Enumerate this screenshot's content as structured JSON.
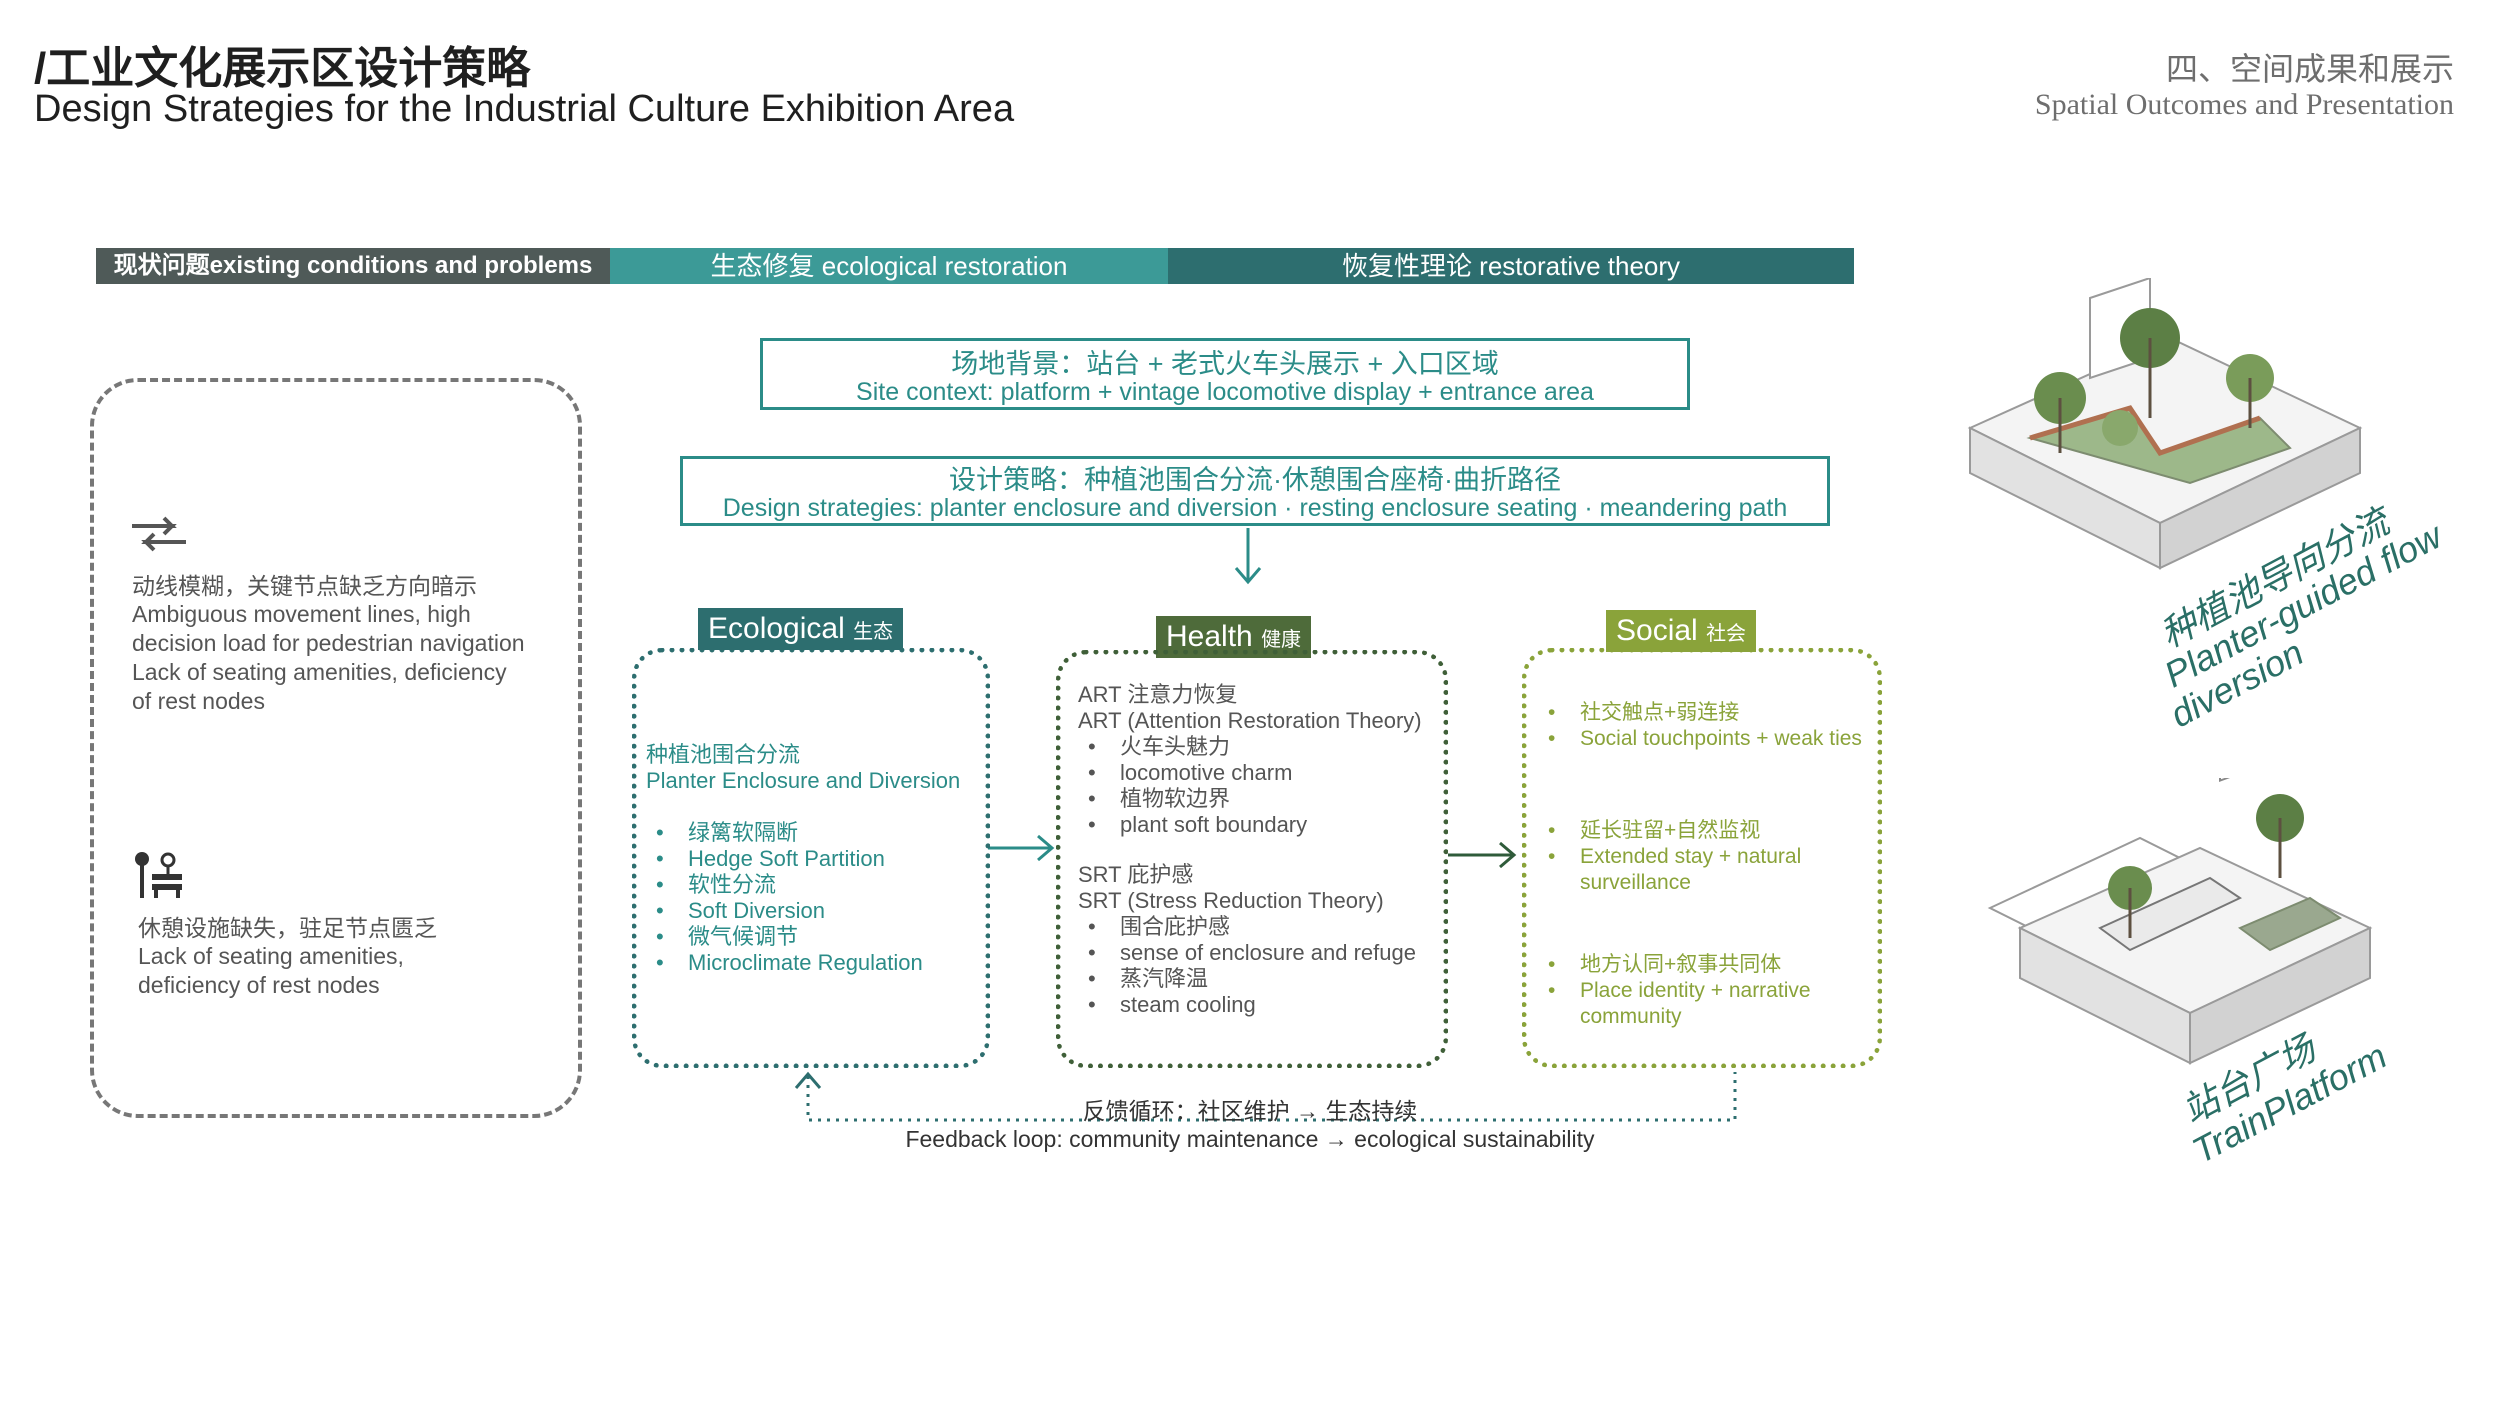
{
  "header": {
    "title_cn": "/工业文化展示区设计策略",
    "title_en": "Design Strategies for the Industrial Culture Exhibition Area",
    "section_cn": "四、空间成果和展示",
    "section_en": "Spatial Outcomes and Presentation"
  },
  "bands": {
    "problems": "现状问题existing conditions and problems",
    "ecology": "生态修复 ecological restoration",
    "theory": "恢复性理论 restorative theory"
  },
  "site": {
    "cn": "场地背景：站台 + 老式火车头展示 + 入口区域",
    "en": "Site context: platform + vintage locomotive display + entrance area"
  },
  "strategy": {
    "cn": "设计策略：种植池围合分流·休憩围合座椅·曲折路径",
    "en": "Design strategies: planter enclosure and diversion · resting enclosure seating · meandering path"
  },
  "problems": {
    "p1_cn": "动线模糊，关键节点缺乏方向暗示",
    "p1_en": [
      "Ambiguous movement lines, high",
      "decision load for pedestrian navigation",
      "Lack of seating amenities, deficiency",
      "of rest nodes"
    ],
    "p2_cn": "休憩设施缺失，驻足节点匮乏",
    "p2_en": [
      "Lack of seating amenities,",
      "deficiency of rest nodes"
    ]
  },
  "ecological": {
    "tag": "Ecological",
    "tag_cn": "生态",
    "head_cn": "种植池围合分流",
    "head_en": "Planter Enclosure and Diversion",
    "items": [
      "绿篱软隔断",
      "Hedge Soft Partition",
      "软性分流",
      "Soft Diversion",
      "微气候调节",
      "Microclimate Regulation"
    ]
  },
  "health": {
    "tag": "Health",
    "tag_cn": "健康",
    "art_cn": "ART 注意力恢复",
    "art_en": "ART (Attention Restoration Theory)",
    "art_items": [
      "火车头魅力",
      "locomotive charm",
      "植物软边界",
      "plant soft boundary"
    ],
    "srt_cn": "SRT 庇护感",
    "srt_en": "SRT (Stress Reduction Theory)",
    "srt_items": [
      "围合庇护感",
      "sense of enclosure and refuge",
      "蒸汽降温",
      "steam cooling"
    ]
  },
  "social": {
    "tag": "Social",
    "tag_cn": "社会",
    "g1": [
      "社交触点+弱连接",
      "Social touchpoints + weak ties"
    ],
    "g2_cn": "延长驻留+自然监视",
    "g2_en": [
      "Extended stay + natural",
      "surveillance"
    ],
    "g3_cn": "地方认同+叙事共同体",
    "g3_en": [
      "Place identity + narrative",
      "community"
    ]
  },
  "feedback": {
    "cn": "反馈循环：社区维护 → 生态持续",
    "en": "Feedback loop: community maintenance → ecological sustainability"
  },
  "labels": {
    "planter_cn": "种植池导向分流",
    "planter_en1": "Planter-guided flow",
    "planter_en2": "diversion",
    "train_cn": "站台广场",
    "train_en": "TrainPlatform"
  },
  "colors": {
    "teal_dark": "#2d6e6f",
    "teal": "#3c9a97",
    "green_dark": "#4e6b3a",
    "olive": "#8aa33a",
    "grey": "#4f5a58"
  },
  "icons": [
    "arrows-exchange-icon",
    "street-lamp-bench-icon",
    "down-arrow-icon",
    "right-arrow-icon",
    "bullet-icon"
  ]
}
